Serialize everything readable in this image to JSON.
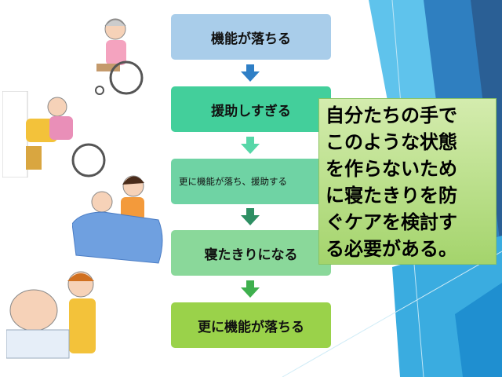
{
  "flow": {
    "steps": [
      {
        "label": "機能が落ちる",
        "color": "#a9cdea"
      },
      {
        "label": "援助しすぎる",
        "color": "#43cf9b"
      },
      {
        "label": "更に機能が落ち、援助する",
        "color": "#6fd3a4"
      },
      {
        "label": "寝たきりになる",
        "color": "#8ad89a"
      },
      {
        "label": "更に機能が落ちる",
        "color": "#9ad24a"
      }
    ],
    "arrow_colors": [
      "#2f7fc6",
      "#57d7a8",
      "#2e8f63",
      "#3fb04e"
    ]
  },
  "callout": {
    "text": "自分たちの手で\nこのような状態\nを作らないため\nに寝たきりを防\nぐケアを検討す\nる必要がある。"
  }
}
